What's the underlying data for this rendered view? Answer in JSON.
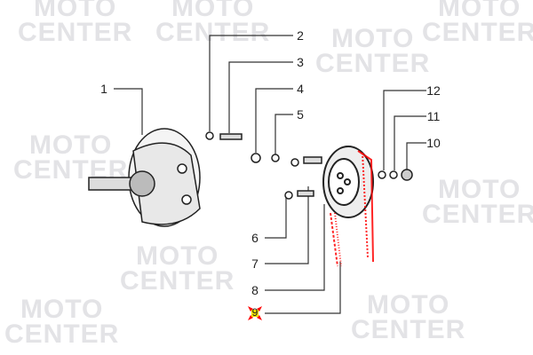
{
  "watermark": {
    "line1": "MOTO",
    "line2": "CENTER"
  },
  "callouts": [
    "1",
    "2",
    "3",
    "4",
    "5",
    "6",
    "7",
    "8",
    "9",
    "10",
    "11",
    "12"
  ],
  "colors": {
    "highlight": "#ff0000",
    "marker_fill": "#f2e200",
    "line": "#222222",
    "watermark": "#e3e3e6"
  }
}
